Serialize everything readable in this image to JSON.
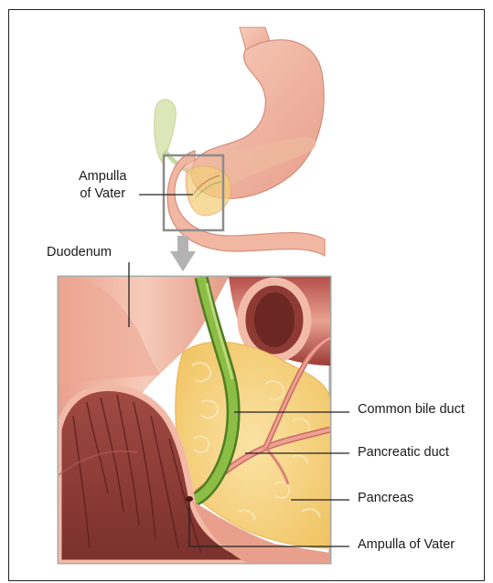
{
  "labels": {
    "ampulla_top_line1": "Ampulla",
    "ampulla_top_line2": "of Vater",
    "duodenum": "Duodenum",
    "common_bile_duct": "Common bile duct",
    "pancreatic_duct": "Pancreatic duct",
    "pancreas": "Pancreas",
    "ampulla_bottom": "Ampulla of Vater"
  },
  "colors": {
    "stomach": "#f2b8a2",
    "pancreas": "#f6d17a",
    "bile_duct": "#7cae3a",
    "gallbladder": "#d9e3b3",
    "duodenum_lumen": "#8c3b37"
  }
}
